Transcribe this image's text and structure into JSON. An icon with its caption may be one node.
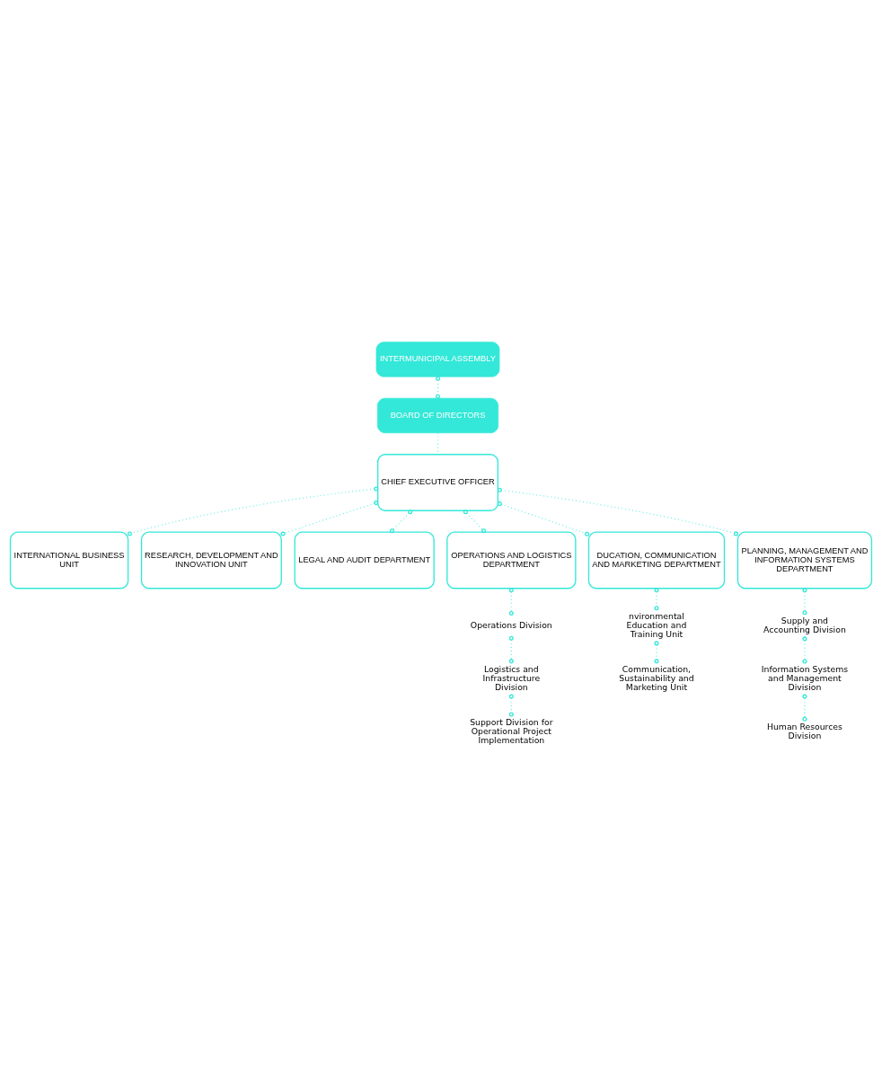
{
  "diagram": {
    "nodes": [
      {
        "text": [
          "INTERMUNICIPAL ASSEMBLY"
        ]
      },
      {
        "text": [
          "BOARD OF DIRECTORS"
        ]
      },
      {
        "text": [
          "CHIEF EXECUTIVE OFFICER"
        ]
      },
      {
        "text": [
          "INTERNATIONAL BUSINESS UNIT"
        ]
      },
      {
        "text": [
          "RESEARCH, DEVELOPMENT AND INNOVATION UNIT"
        ]
      },
      {
        "text": [
          "LEGAL AND AUDIT DEPARTMENT"
        ]
      },
      {
        "text": [
          "OPERATIONS AND LOGISTICS DEPARTMENT"
        ]
      },
      {
        "text": [
          "DUCATION, COMMUNICATION AND MARKETING DEPARTMENT"
        ]
      },
      {
        "text": [
          "PLANNING, MANAGEMENT AND INFORMATION SYSTEMS DEPARTMENT"
        ]
      },
      {
        "text": [
          "Operations Division"
        ]
      },
      {
        "text": [
          "Logistics and Infrastructure Division"
        ]
      },
      {
        "text": [
          "Support Division for Operational Project Implementation"
        ]
      },
      {
        "text": [
          "nvironmental Education and Training Unit"
        ]
      },
      {
        "text": [
          "Communication, Sustainability and Marketing Unit"
        ]
      },
      {
        "text": [
          "Supply and Accounting Division"
        ]
      },
      {
        "text": [
          "Information Systems and Management Division"
        ]
      },
      {
        "text": [
          "Human Resources Division"
        ]
      }
    ],
    "edges": [
      {
        "from": 0,
        "to": 1,
        "arrow": "other"
      },
      {
        "from": 1,
        "to": 2,
        "arrow": "none"
      },
      {
        "from": 2,
        "to": 3,
        "arrow": "other"
      },
      {
        "from": 2,
        "to": 4,
        "arrow": "other"
      },
      {
        "from": 2,
        "to": 5,
        "arrow": "other"
      },
      {
        "from": 2,
        "to": 6,
        "arrow": "other"
      },
      {
        "from": 2,
        "to": 7,
        "arrow": "other"
      },
      {
        "from": 2,
        "to": 8,
        "arrow": "other"
      },
      {
        "from": 6,
        "to": 9,
        "arrow": "other"
      },
      {
        "from": 9,
        "to": 10,
        "arrow": "other"
      },
      {
        "from": 10,
        "to": 11,
        "arrow": "other"
      },
      {
        "from": 7,
        "to": 12,
        "arrow": "other"
      },
      {
        "from": 12,
        "to": 13,
        "arrow": "other"
      },
      {
        "from": 8,
        "to": 14,
        "arrow": "other"
      },
      {
        "from": 14,
        "to": 15,
        "arrow": "other"
      },
      {
        "from": 15,
        "to": 16,
        "arrow": "other"
      }
    ]
  }
}
